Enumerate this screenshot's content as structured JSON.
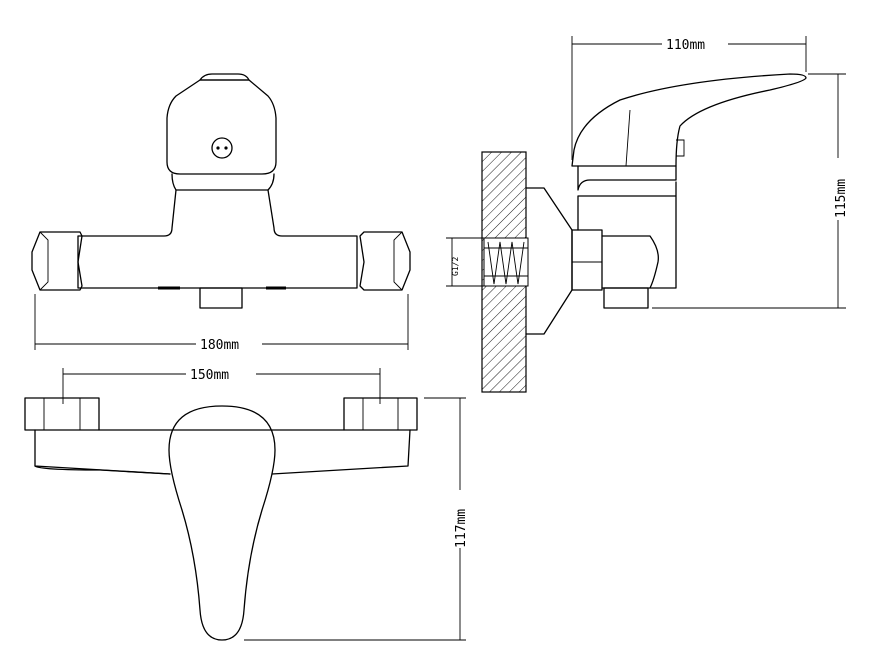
{
  "drawing": {
    "front_view": {
      "width_label": "180mm"
    },
    "side_view": {
      "projection_label": "110mm",
      "height_label": "115mm",
      "thread_label": "G1/2"
    },
    "top_view": {
      "centers_label": "150mm",
      "depth_label": "117mm"
    }
  }
}
